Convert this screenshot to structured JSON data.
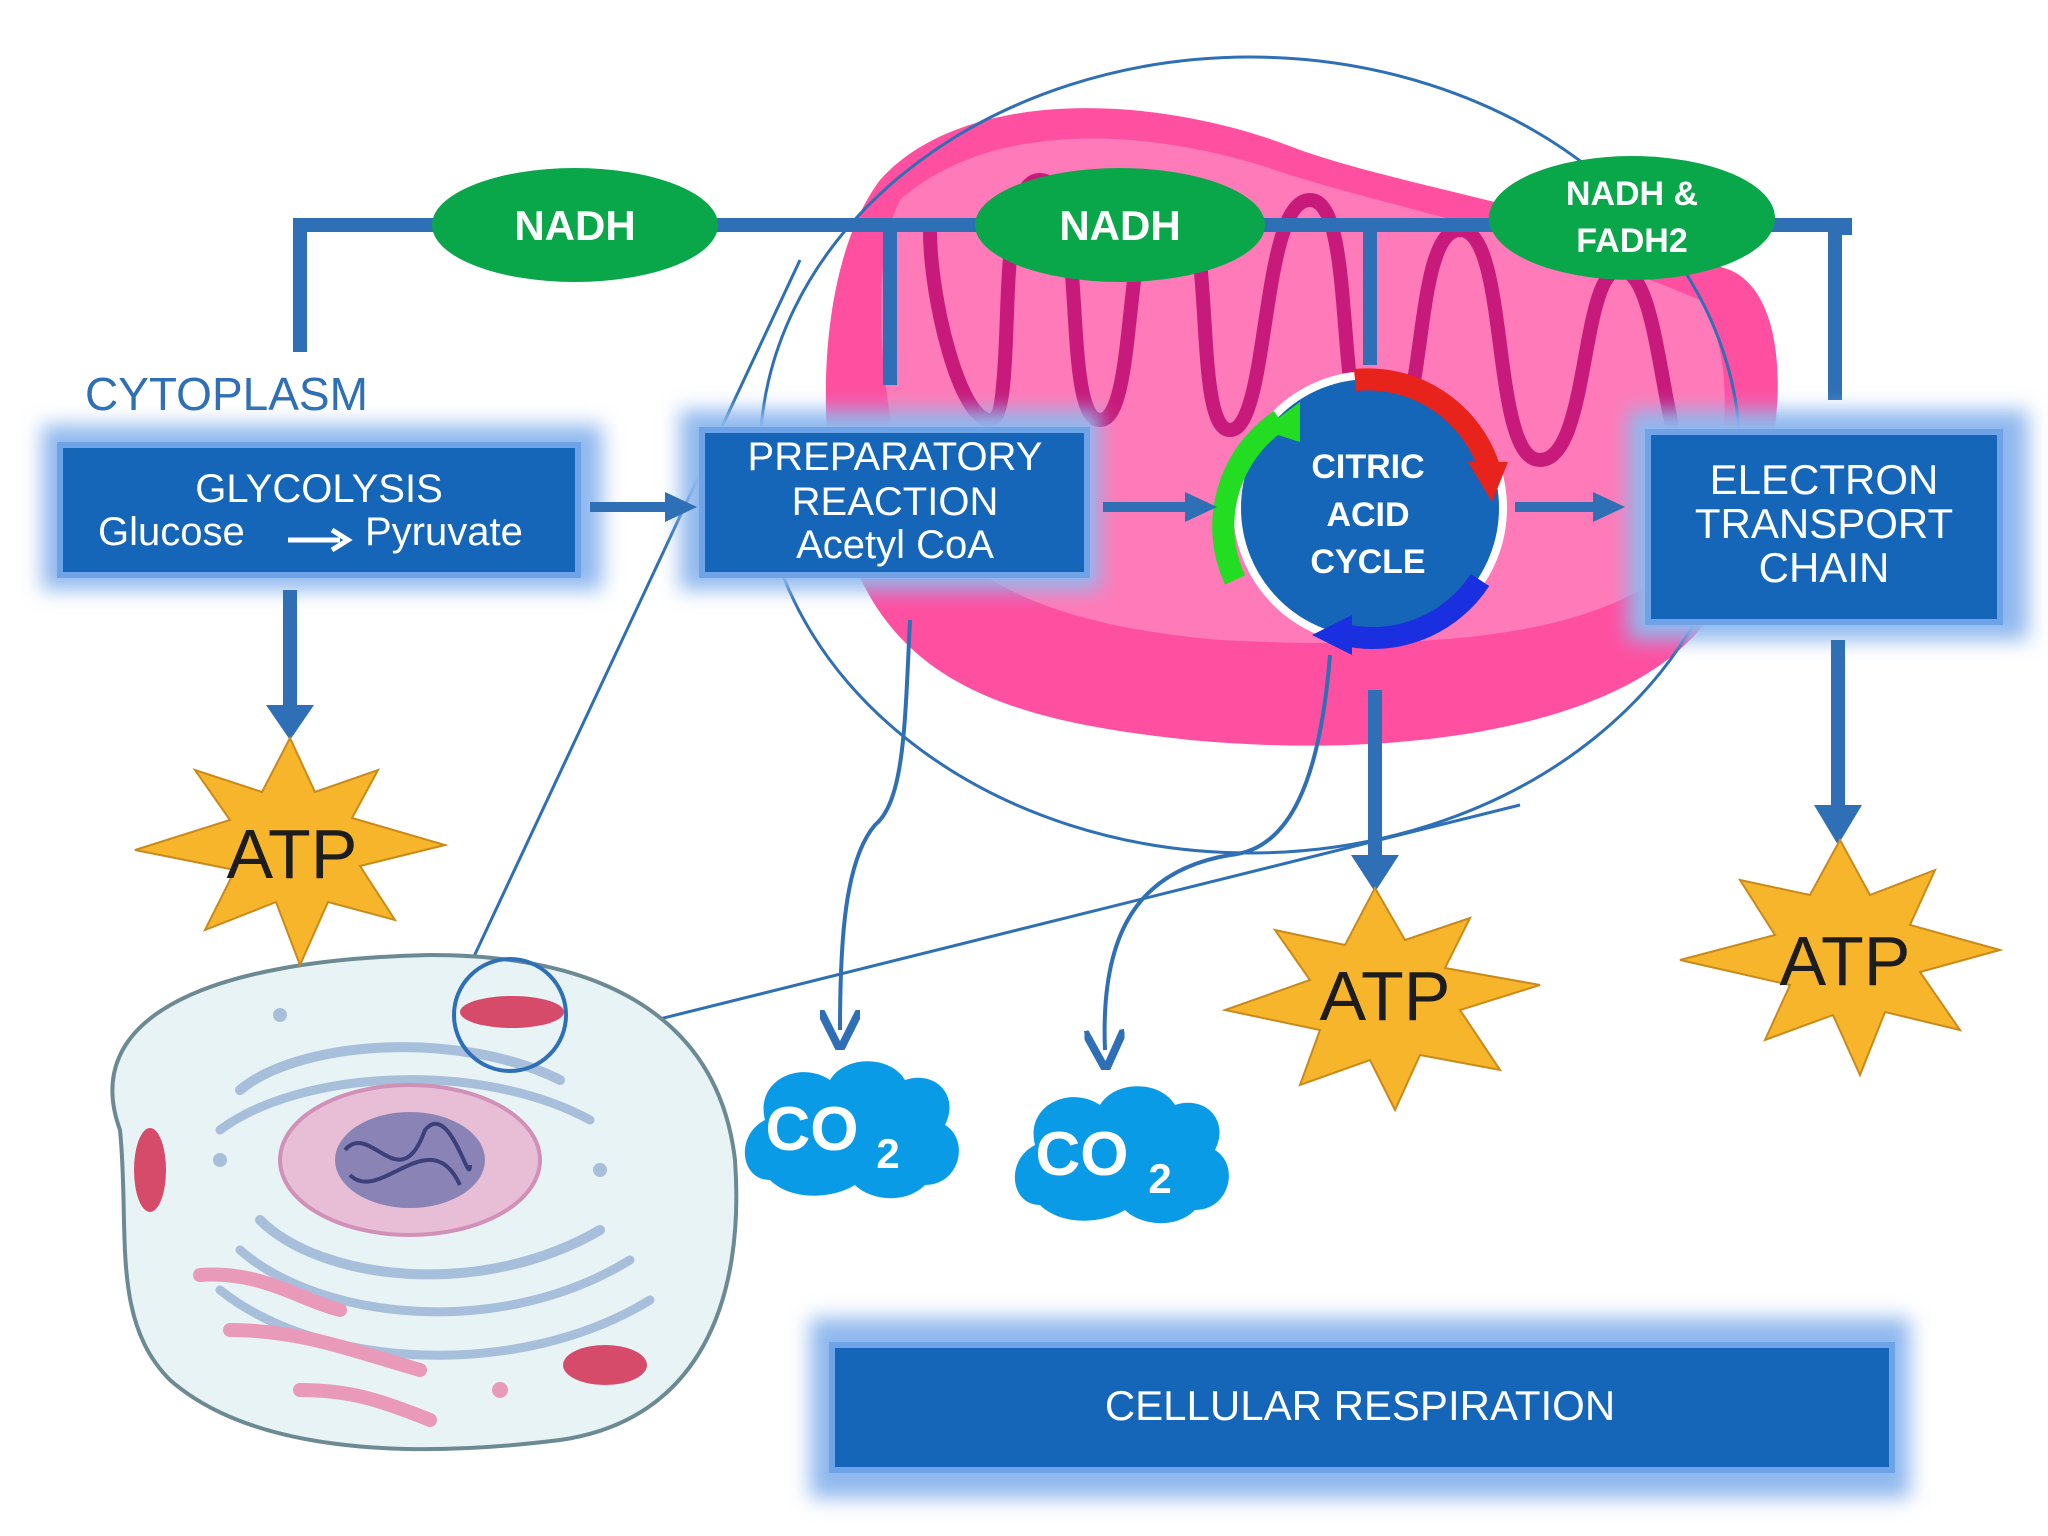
{
  "cytoplasm_label": "CYTOPLASM",
  "glycolysis": {
    "title": "GLYCOLYSIS",
    "from": "Glucose",
    "to": "Pyruvate"
  },
  "preparatory": {
    "line1": "PREPARATORY",
    "line2": "REACTION",
    "line3": "Acetyl CoA"
  },
  "citric": {
    "line1": "CITRIC",
    "line2": "ACID",
    "line3": "CYCLE"
  },
  "etc": {
    "line1": "ELECTRON",
    "line2": "TRANSPORT",
    "line3": "CHAIN"
  },
  "carriers": {
    "nadh_1": "NADH",
    "nadh_2": "NADH",
    "nadh_fadh_line1": "NADH &",
    "nadh_fadh_line2": "FADH2"
  },
  "atp": {
    "a1": "ATP",
    "a2": "ATP",
    "a3": "ATP"
  },
  "co2": {
    "c1": "CO",
    "c1_sub": "2",
    "c2": "CO",
    "c2_sub": "2"
  },
  "footer_title": "CELLULAR RESPIRATION",
  "colors": {
    "box_blue": "#1565b8",
    "line_blue": "#2e6fb5",
    "nadh_green": "#0aa64a",
    "mito_pink": "#ff4fa0",
    "atp_gold": "#f7b52c",
    "co2_blue": "#0a9be6"
  }
}
